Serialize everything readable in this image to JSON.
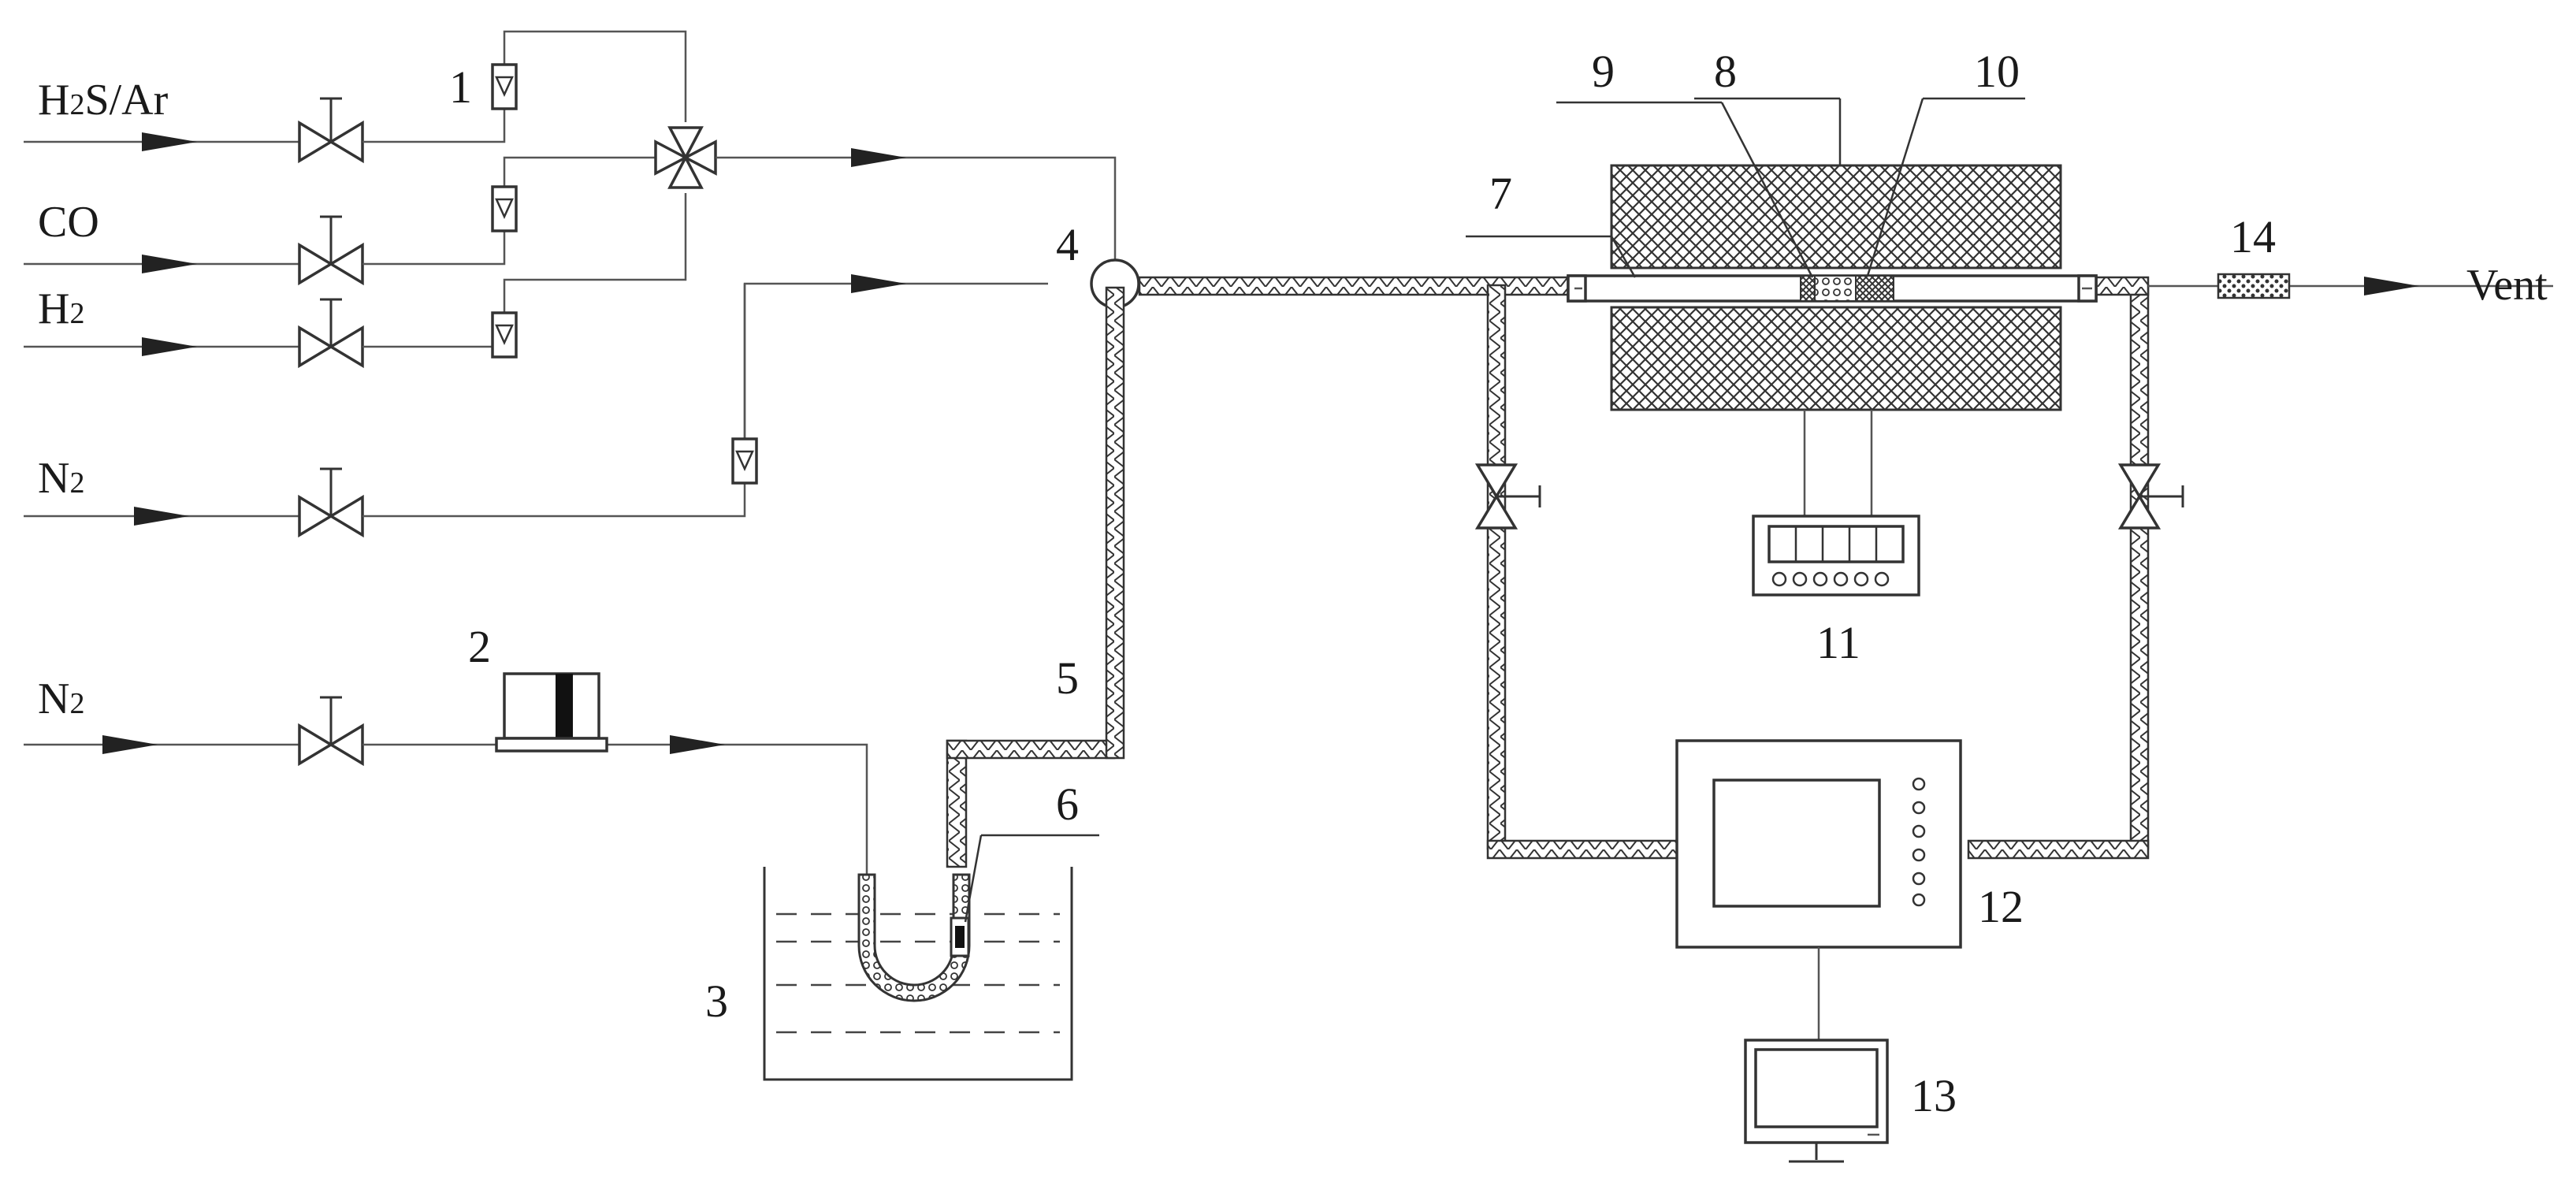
{
  "inlets": [
    {
      "key": "h2s",
      "parts": [
        {
          "t": "H"
        },
        {
          "t": "2",
          "sub": true
        },
        {
          "t": "S/Ar"
        }
      ]
    },
    {
      "key": "co",
      "parts": [
        {
          "t": "CO"
        }
      ]
    },
    {
      "key": "h2",
      "parts": [
        {
          "t": "H"
        },
        {
          "t": "2",
          "sub": true
        }
      ]
    },
    {
      "key": "n2a",
      "parts": [
        {
          "t": "N"
        },
        {
          "t": "2",
          "sub": true
        }
      ]
    },
    {
      "key": "n2b",
      "parts": [
        {
          "t": "N"
        },
        {
          "t": "2",
          "sub": true
        }
      ]
    }
  ],
  "outlet": {
    "label": "Vent"
  },
  "callouts": {
    "c1": "1",
    "c2": "2",
    "c3": "3",
    "c4": "4",
    "c5": "5",
    "c6": "6",
    "c7": "7",
    "c8": "8",
    "c9": "9",
    "c10": "10",
    "c11": "11",
    "c12": "12",
    "c13": "13",
    "c14": "14"
  }
}
